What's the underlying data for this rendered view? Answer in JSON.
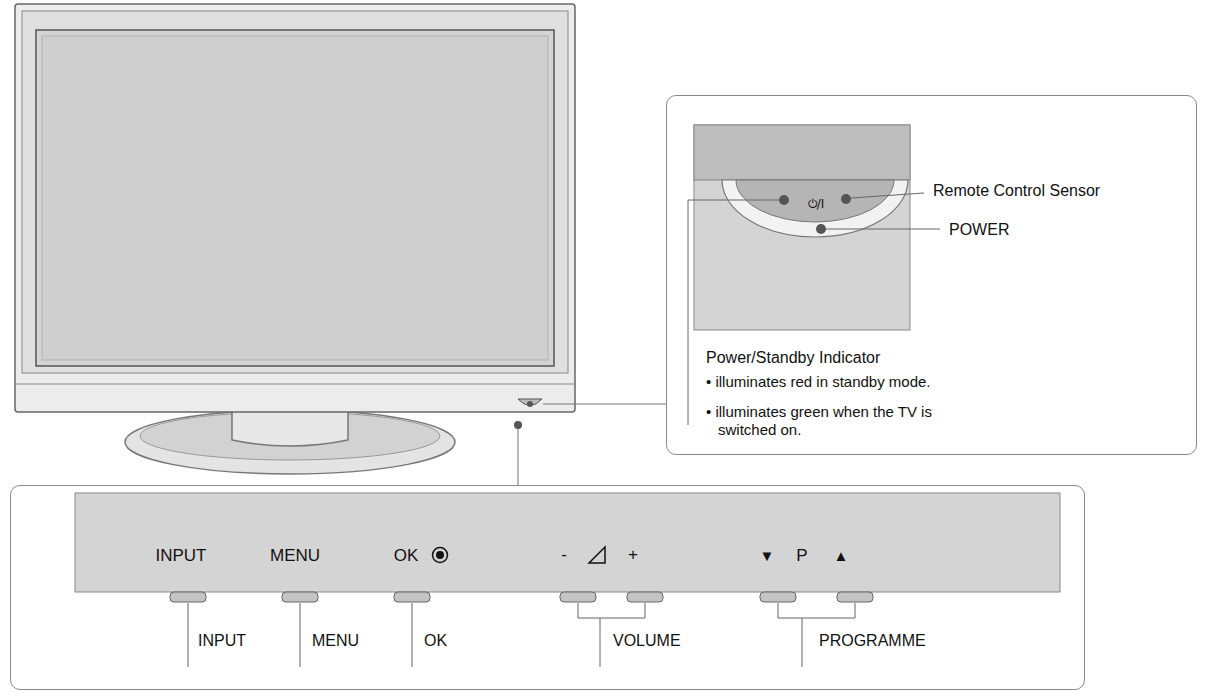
{
  "diagram": {
    "nodes": [
      {
        "text": [
          "⏻/I",
          "Remote Control Sensor",
          "POWER",
          "Power/Standby Indicator",
          "• illuminates red in standby mode.",
          "• illuminates green when the TV is switched on."
        ]
      },
      {
        "text": [
          "INPUT",
          "MENU",
          "OK",
          "-",
          "+",
          "▼",
          "P",
          "▲",
          "INPUT",
          "MENU",
          "OK",
          "VOLUME",
          "PROGRAMME"
        ]
      }
    ]
  }
}
